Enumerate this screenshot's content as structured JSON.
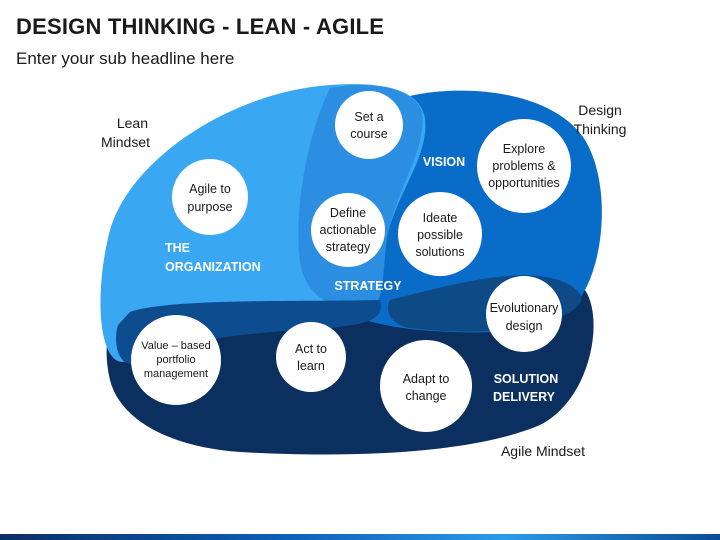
{
  "header": {
    "title": "DESIGN THINKING - LEAN - AGILE",
    "subtitle": "Enter your sub headline here"
  },
  "outer_labels": {
    "lean_line1": "Lean",
    "lean_line2": "Mindset",
    "design_line1": "Design",
    "design_line2": "Thinking",
    "agile": "Agile Mindset"
  },
  "regions": {
    "organization_line1": "THE",
    "organization_line2": "ORGANIZATION",
    "vision": "VISION",
    "strategy": "STRATEGY",
    "solution_line1": "SOLUTION",
    "solution_line2": "DELIVERY"
  },
  "circles": {
    "set_course": [
      "Set a",
      "course"
    ],
    "agile_purpose": [
      "Agile to",
      "purpose"
    ],
    "define_strategy": [
      "Define",
      "actionable",
      "strategy"
    ],
    "ideate": [
      "Ideate",
      "possible",
      "solutions"
    ],
    "explore": [
      "Explore",
      "problems &",
      "opportunities"
    ],
    "evolutionary": [
      "Evolutionary",
      "design"
    ],
    "value_portfolio": [
      "Value – based",
      "portfolio",
      "management"
    ],
    "act_learn": [
      "Act to",
      "learn"
    ],
    "adapt": [
      "Adapt to",
      "change"
    ]
  },
  "colors": {
    "lean_blob": "#3aa7f2",
    "design_blob": "#0a6cc9",
    "agile_blob": "#0b2f5e",
    "strategy_overlap": "#2b8ee0",
    "organization_overlap": "#0d4c8f",
    "solution_overlap": "#0e4a86",
    "circle": "#ffffff"
  }
}
